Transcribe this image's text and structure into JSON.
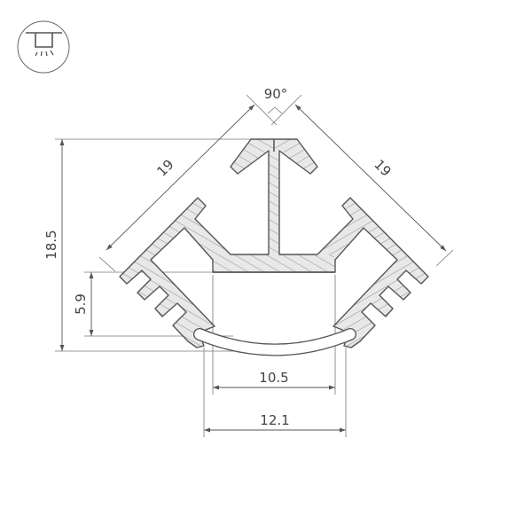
{
  "icon": {
    "name": "ceiling-light-icon"
  },
  "colors": {
    "line": "#555555",
    "profile_fill": "#e8e8e8",
    "hatch": "#777777"
  },
  "dimensions": {
    "angle": "90°",
    "side_left": "19",
    "side_right": "19",
    "height_total": "18.5",
    "height_lower": "5.9",
    "width_inner": "10.5",
    "width_outer": "12.1"
  }
}
